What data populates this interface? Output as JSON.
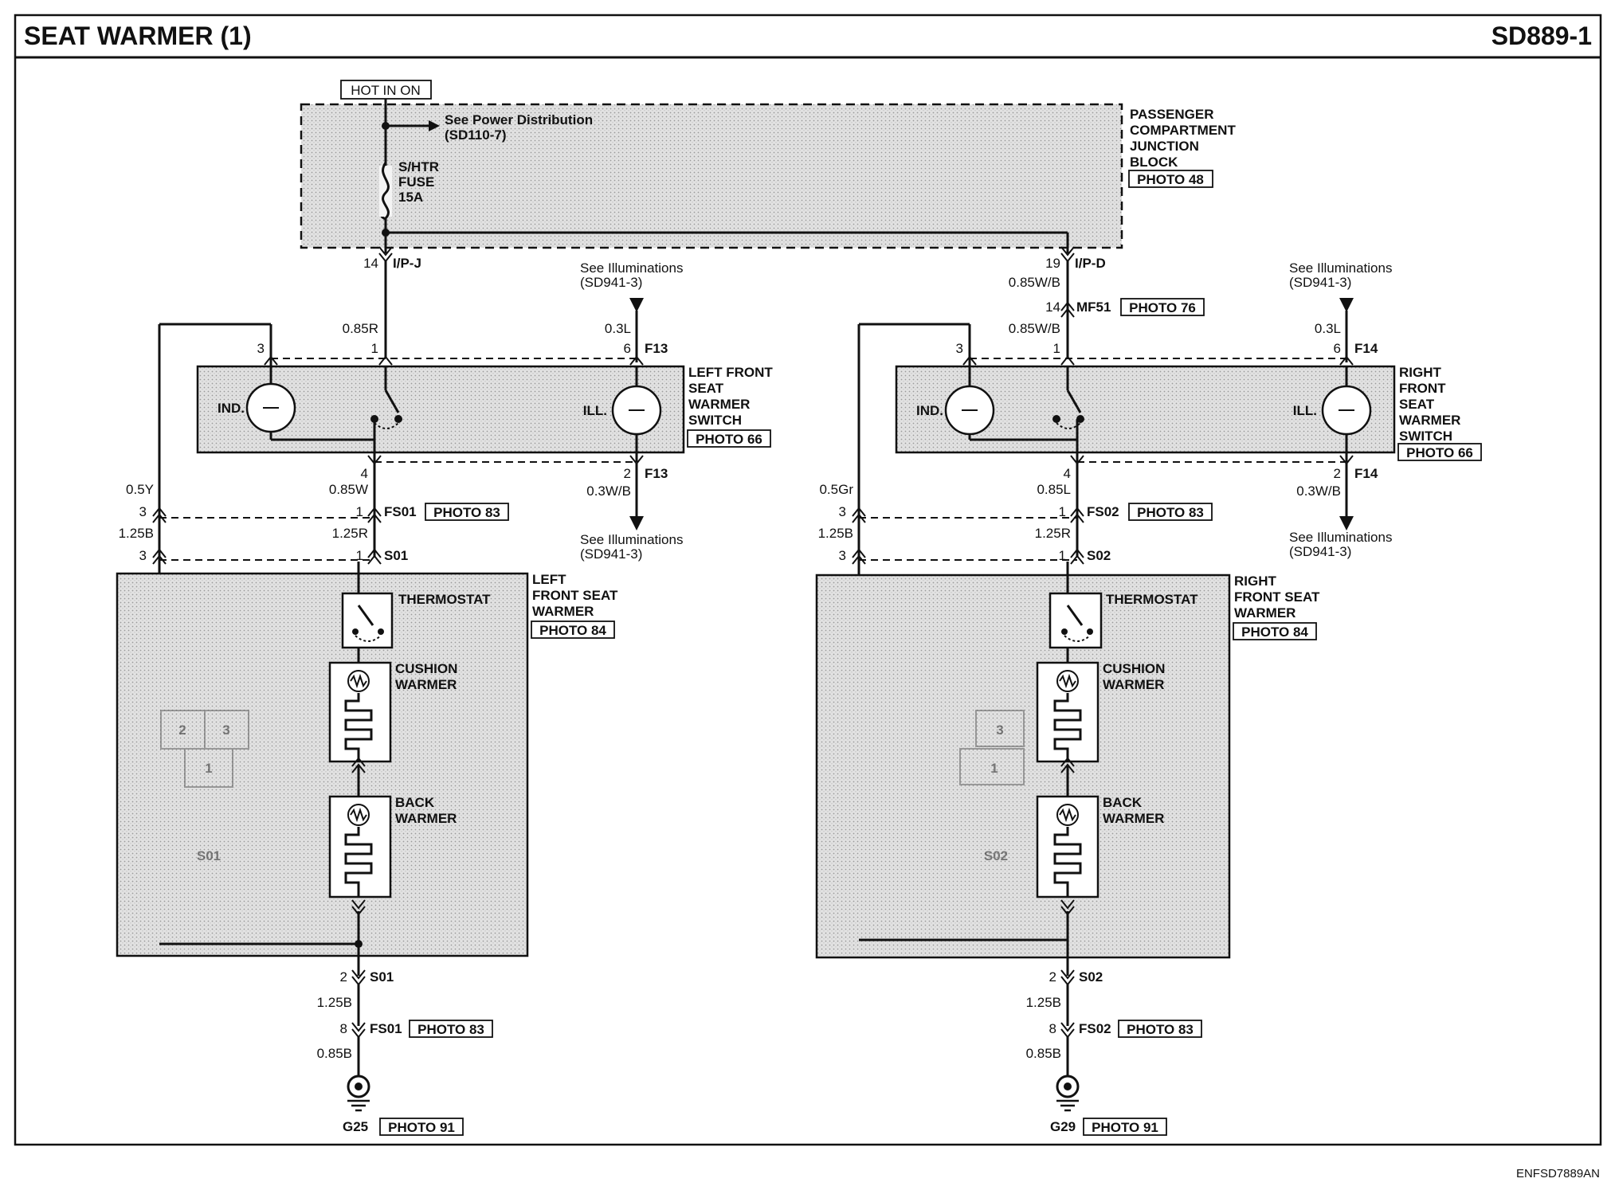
{
  "page": {
    "title": "SEAT WARMER (1)",
    "code": "SD889-1",
    "footer": "ENFSD7889AN"
  },
  "power": {
    "hot_label": "HOT IN ON",
    "junction_block": [
      "PASSENGER",
      "COMPARTMENT",
      "JUNCTION",
      "BLOCK"
    ],
    "junction_photo": "PHOTO 48",
    "power_distribution": [
      "See Power Distribution",
      "(SD110-7)"
    ],
    "fuse": [
      "S/HTR",
      "FUSE",
      "15A"
    ]
  },
  "left": {
    "ipj_pin": "14",
    "ipj_label": "I/P-J",
    "wire_085R": "0.85R",
    "illum_top": [
      "See Illuminations",
      "(SD941-3)"
    ],
    "illum_bottom": [
      "See Illuminations",
      "(SD941-3)"
    ],
    "wire_03L": "0.3L",
    "pin_6": "6",
    "conn_f13_top": "F13",
    "pin_3": "3",
    "pin_1": "1",
    "switch_name": [
      "LEFT FRONT",
      "SEAT",
      "WARMER",
      "SWITCH"
    ],
    "switch_photo": "PHOTO 66",
    "ind_label": "IND.",
    "ill_label": "ILL.",
    "pin_4": "4",
    "pin_2": "2",
    "conn_f13_bottom": "F13",
    "wire_085W": "0.85W",
    "wire_03WB": "0.3W/B",
    "wire_05Y": "0.5Y",
    "fs_pin_3": "3",
    "fs_pin_1": "1",
    "fs_label": "FS01",
    "fs_photo": "PHOTO 83",
    "wire_125B": "1.25B",
    "wire_125R": "1.25R",
    "s_pin_3": "3",
    "s_pin_1": "1",
    "s_label": "S01",
    "warmer_name": [
      "LEFT",
      "FRONT SEAT",
      "WARMER"
    ],
    "warmer_photo": "PHOTO 84",
    "thermostat": "THERMOSTAT",
    "cushion": [
      "CUSHION",
      "WARMER"
    ],
    "back": [
      "BACK",
      "WARMER"
    ],
    "inner_conn": [
      "2",
      "3",
      "1"
    ],
    "inner_id": "S01",
    "bottom_pin_2": "2",
    "bottom_s": "S01",
    "bottom_wire_125B": "1.25B",
    "bottom_pin_8": "8",
    "bottom_fs": "FS01",
    "bottom_fs_photo": "PHOTO 83",
    "bottom_wire_085B": "0.85B",
    "ground": "G25",
    "ground_photo": "PHOTO 91"
  },
  "right": {
    "ipd_pin": "19",
    "ipd_label": "I/P-D",
    "wire_085WB": "0.85W/B",
    "mf_pin": "14",
    "mf_label": "MF51",
    "mf_photo": "PHOTO 76",
    "wire_085WB_2": "0.85W/B",
    "illum_top": [
      "See Illuminations",
      "(SD941-3)"
    ],
    "illum_bottom": [
      "See Illuminations",
      "(SD941-3)"
    ],
    "wire_03L": "0.3L",
    "pin_6": "6",
    "conn_f14_top": "F14",
    "pin_3": "3",
    "pin_1": "1",
    "switch_name": [
      "RIGHT",
      "FRONT",
      "SEAT",
      "WARMER",
      "SWITCH"
    ],
    "switch_photo": "PHOTO 66",
    "ind_label": "IND.",
    "ill_label": "ILL.",
    "pin_4": "4",
    "pin_2": "2",
    "conn_f14_bottom": "F14",
    "wire_085L": "0.85L",
    "wire_03WB": "0.3W/B",
    "wire_05Gr": "0.5Gr",
    "fs_pin_3": "3",
    "fs_pin_1": "1",
    "fs_label": "FS02",
    "fs_photo": "PHOTO 83",
    "wire_125B": "1.25B",
    "wire_125R": "1.25R",
    "s_pin_3": "3",
    "s_pin_1": "1",
    "s_label": "S02",
    "warmer_name": [
      "RIGHT",
      "FRONT SEAT",
      "WARMER"
    ],
    "warmer_photo": "PHOTO 84",
    "thermostat": "THERMOSTAT",
    "cushion": [
      "CUSHION",
      "WARMER"
    ],
    "back": [
      "BACK",
      "WARMER"
    ],
    "inner_conn": [
      "3",
      "1"
    ],
    "inner_id": "S02",
    "bottom_pin_2": "2",
    "bottom_s": "S02",
    "bottom_wire_125B": "1.25B",
    "bottom_pin_8": "8",
    "bottom_fs": "FS02",
    "bottom_fs_photo": "PHOTO 83",
    "bottom_wire_085B": "0.85B",
    "ground": "G29",
    "ground_photo": "PHOTO 91"
  }
}
